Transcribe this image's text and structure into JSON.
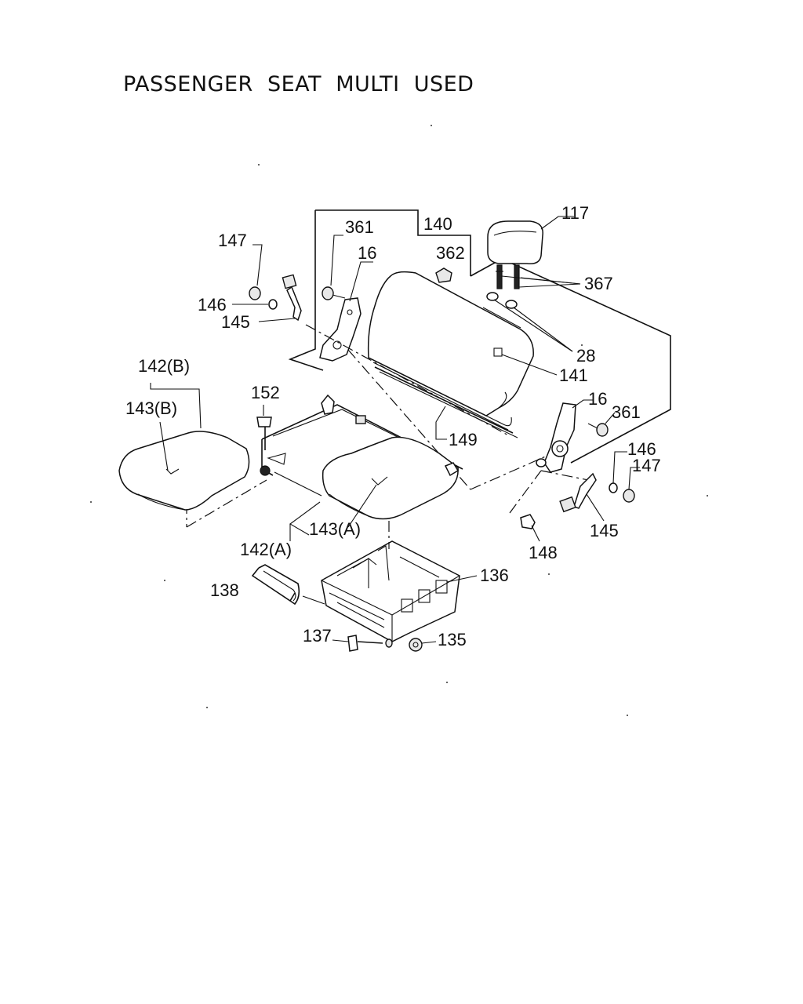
{
  "diagram": {
    "title": "PASSENGER  SEAT  MULTI  USED",
    "callouts": {
      "c117": "117",
      "c140": "140",
      "c362": "362",
      "c367": "367",
      "c28": "28",
      "c141": "141",
      "c147_left": "147",
      "c361_left": "361",
      "c16_left": "16",
      "c146_left": "146",
      "c145_left": "145",
      "c142b": "142(B)",
      "c143b": "143(B)",
      "c152": "152",
      "c149": "149",
      "c16_right": "16",
      "c361_right": "361",
      "c146_right": "146",
      "c147_right": "147",
      "c148": "148",
      "c145_right": "145",
      "c143a": "143(A)",
      "c142a": "142(A)",
      "c138": "138",
      "c136": "136",
      "c137": "137",
      "c135": "135"
    }
  }
}
